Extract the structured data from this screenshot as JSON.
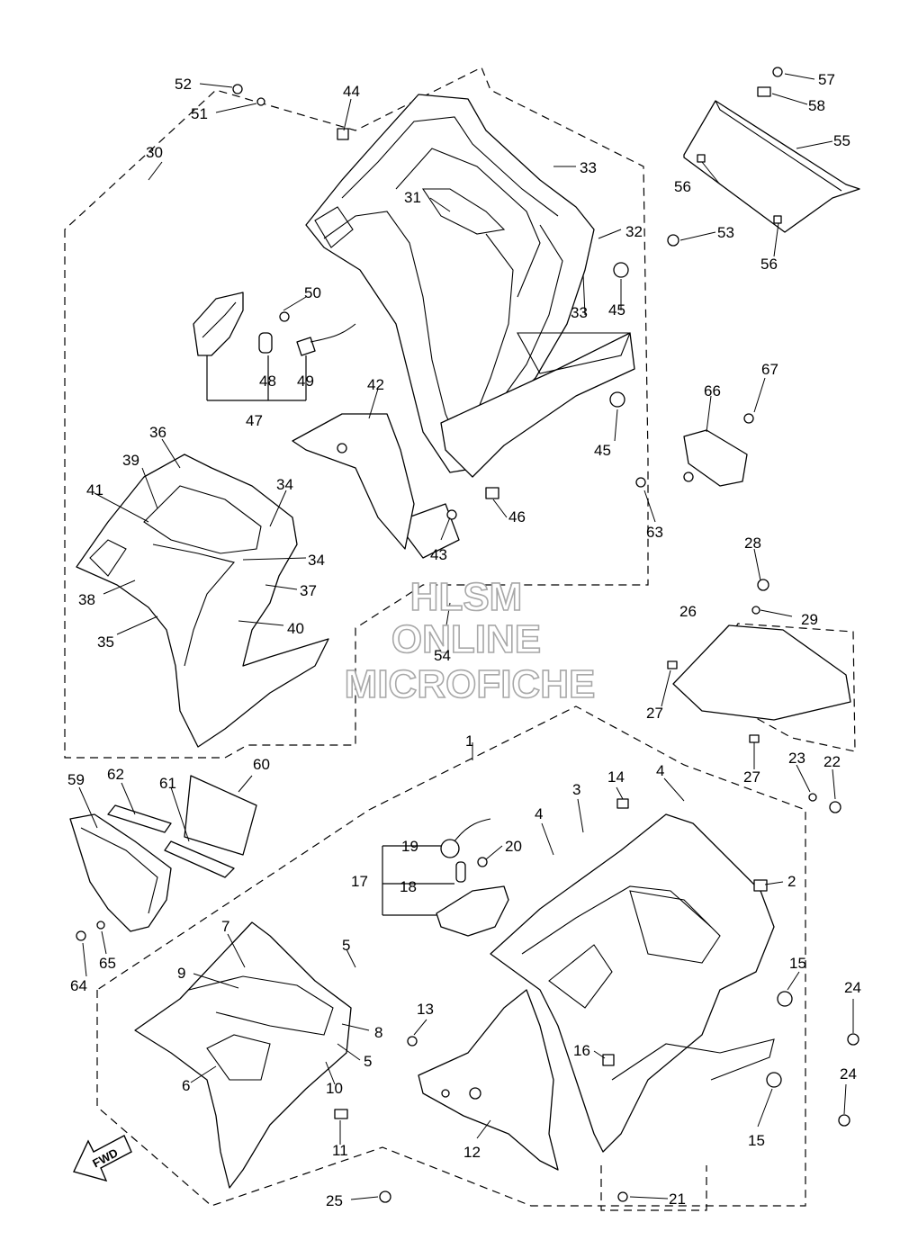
{
  "watermark": {
    "line1": "HLSM",
    "line2": "ONLINE",
    "line3": "MICROFICHE"
  },
  "direction_badge": "FWD",
  "callouts": [
    {
      "id": "c1",
      "text": "1"
    },
    {
      "id": "c2",
      "text": "2"
    },
    {
      "id": "c3",
      "text": "3"
    },
    {
      "id": "c4a",
      "text": "4"
    },
    {
      "id": "c4b",
      "text": "4"
    },
    {
      "id": "c5a",
      "text": "5"
    },
    {
      "id": "c5b",
      "text": "5"
    },
    {
      "id": "c6",
      "text": "6"
    },
    {
      "id": "c7",
      "text": "7"
    },
    {
      "id": "c8",
      "text": "8"
    },
    {
      "id": "c9",
      "text": "9"
    },
    {
      "id": "c10",
      "text": "10"
    },
    {
      "id": "c11",
      "text": "11"
    },
    {
      "id": "c12",
      "text": "12"
    },
    {
      "id": "c13",
      "text": "13"
    },
    {
      "id": "c14",
      "text": "14"
    },
    {
      "id": "c15a",
      "text": "15"
    },
    {
      "id": "c15b",
      "text": "15"
    },
    {
      "id": "c16",
      "text": "16"
    },
    {
      "id": "c17",
      "text": "17"
    },
    {
      "id": "c18",
      "text": "18"
    },
    {
      "id": "c19",
      "text": "19"
    },
    {
      "id": "c20",
      "text": "20"
    },
    {
      "id": "c21",
      "text": "21"
    },
    {
      "id": "c22",
      "text": "22"
    },
    {
      "id": "c23",
      "text": "23"
    },
    {
      "id": "c24a",
      "text": "24"
    },
    {
      "id": "c24b",
      "text": "24"
    },
    {
      "id": "c25",
      "text": "25"
    },
    {
      "id": "c26",
      "text": "26"
    },
    {
      "id": "c27a",
      "text": "27"
    },
    {
      "id": "c27b",
      "text": "27"
    },
    {
      "id": "c28",
      "text": "28"
    },
    {
      "id": "c29",
      "text": "29"
    },
    {
      "id": "c30",
      "text": "30"
    },
    {
      "id": "c31",
      "text": "31"
    },
    {
      "id": "c32",
      "text": "32"
    },
    {
      "id": "c33a",
      "text": "33"
    },
    {
      "id": "c33b",
      "text": "33"
    },
    {
      "id": "c34a",
      "text": "34"
    },
    {
      "id": "c34b",
      "text": "34"
    },
    {
      "id": "c35",
      "text": "35"
    },
    {
      "id": "c36",
      "text": "36"
    },
    {
      "id": "c37",
      "text": "37"
    },
    {
      "id": "c38",
      "text": "38"
    },
    {
      "id": "c39",
      "text": "39"
    },
    {
      "id": "c40",
      "text": "40"
    },
    {
      "id": "c41",
      "text": "41"
    },
    {
      "id": "c42",
      "text": "42"
    },
    {
      "id": "c43",
      "text": "43"
    },
    {
      "id": "c44",
      "text": "44"
    },
    {
      "id": "c45a",
      "text": "45"
    },
    {
      "id": "c45b",
      "text": "45"
    },
    {
      "id": "c46",
      "text": "46"
    },
    {
      "id": "c47",
      "text": "47"
    },
    {
      "id": "c48",
      "text": "48"
    },
    {
      "id": "c49",
      "text": "49"
    },
    {
      "id": "c50",
      "text": "50"
    },
    {
      "id": "c51",
      "text": "51"
    },
    {
      "id": "c52",
      "text": "52"
    },
    {
      "id": "c53",
      "text": "53"
    },
    {
      "id": "c54",
      "text": "54"
    },
    {
      "id": "c55",
      "text": "55"
    },
    {
      "id": "c56a",
      "text": "56"
    },
    {
      "id": "c56b",
      "text": "56"
    },
    {
      "id": "c57",
      "text": "57"
    },
    {
      "id": "c58",
      "text": "58"
    },
    {
      "id": "c59",
      "text": "59"
    },
    {
      "id": "c60",
      "text": "60"
    },
    {
      "id": "c61",
      "text": "61"
    },
    {
      "id": "c62",
      "text": "62"
    },
    {
      "id": "c63",
      "text": "63"
    },
    {
      "id": "c64",
      "text": "64"
    },
    {
      "id": "c65",
      "text": "65"
    },
    {
      "id": "c66",
      "text": "66"
    },
    {
      "id": "c67",
      "text": "67"
    }
  ]
}
